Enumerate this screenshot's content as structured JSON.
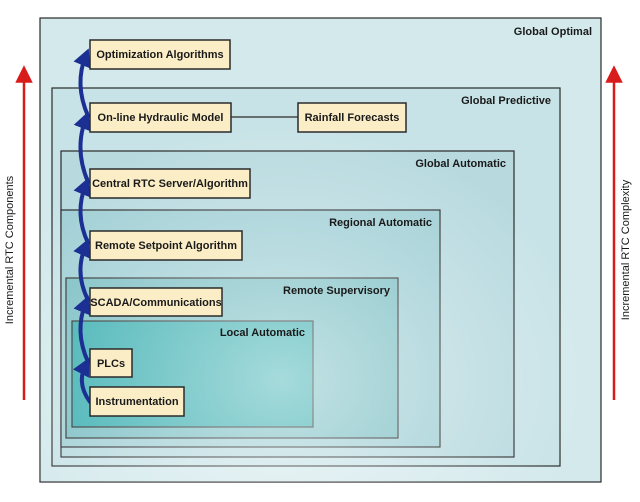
{
  "side_labels": {
    "left": "Incremental RTC Components",
    "right": "Incremental RTC Complexity"
  },
  "levels": [
    "Global Optimal",
    "Global Predictive",
    "Global Automatic",
    "Regional Automatic",
    "Remote Supervisory",
    "Local Automatic"
  ],
  "components": [
    "Optimization Algorithms",
    "On-line Hydraulic Model",
    "Rainfall Forecasts",
    "Central RTC Server/Algorithm",
    "Remote Setpoint Algorithm",
    "SCADA/Communications",
    "PLCs",
    "Instrumentation"
  ],
  "colors": {
    "box_fill": "#fbeec7",
    "box_border": "#2a2a2a",
    "arrow_blue": "#1c2f93",
    "arrow_red": "#d81b1b",
    "outer_fill": "#d3e9ec",
    "inner_fill": "#3aaeb0",
    "frame_border": "#2a2a2a"
  }
}
